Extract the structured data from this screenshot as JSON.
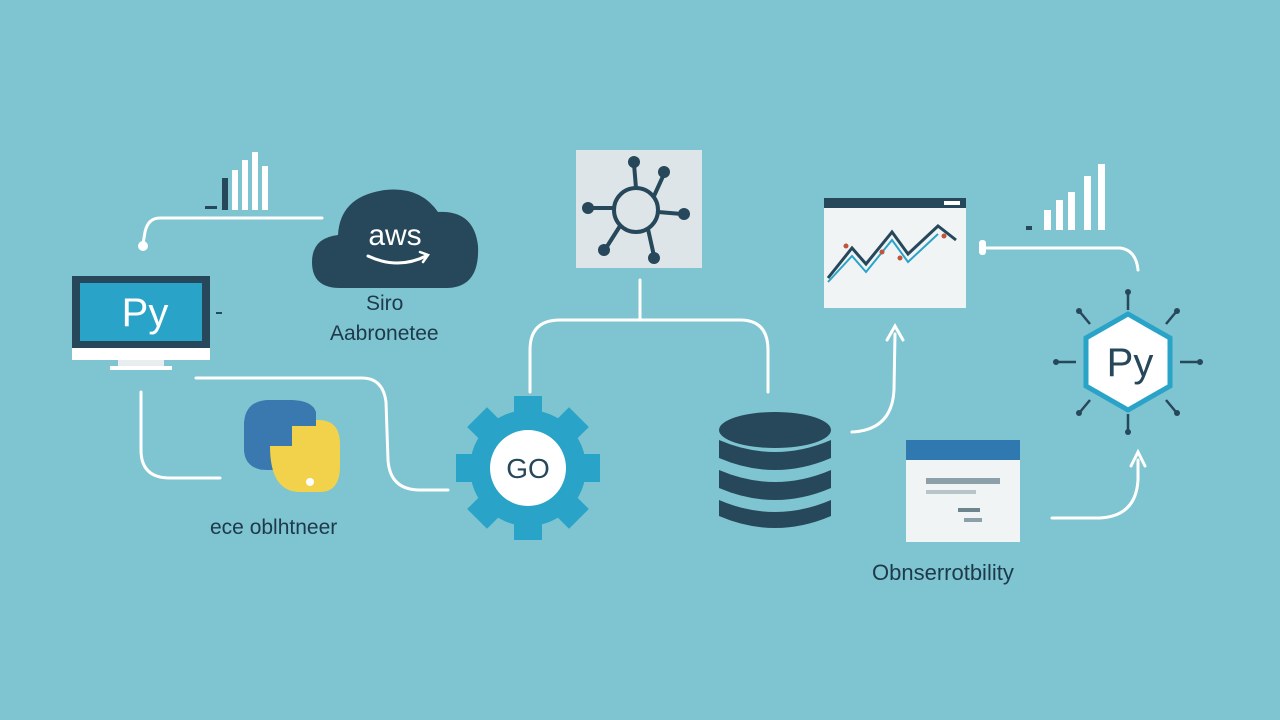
{
  "nodes": {
    "python_monitor": {
      "text": "Py",
      "icon": "python-monitor-icon"
    },
    "aws": {
      "logo_text": "aws",
      "caption_line1": "Siro",
      "caption_line2": "Aabronetee",
      "icon": "aws-cloud-icon"
    },
    "python_logo": {
      "caption": "ece oblhtneer",
      "icon": "python-logo-icon"
    },
    "network_hub": {
      "icon": "network-hub-icon"
    },
    "go_gear": {
      "text": "GO",
      "icon": "gear-icon"
    },
    "database": {
      "icon": "database-icon"
    },
    "line_chart_window": {
      "icon": "line-chart-window-icon"
    },
    "dashboard_window": {
      "caption": "Obnserrotbility",
      "icon": "dashboard-window-icon"
    },
    "python_hex": {
      "text": "Py",
      "icon": "python-hexagon-icon"
    },
    "bar_chart_left": {
      "icon": "bar-chart-icon"
    },
    "bar_chart_right": {
      "icon": "bar-chart-icon"
    }
  },
  "colors": {
    "background": "#7ec4d1",
    "dark_navy": "#26485a",
    "accent_blue": "#2aa3c8",
    "python_blue": "#3a78b0",
    "python_yellow": "#f2d24a",
    "connector": "#ffffff",
    "panel_gray": "#dde5e8"
  }
}
